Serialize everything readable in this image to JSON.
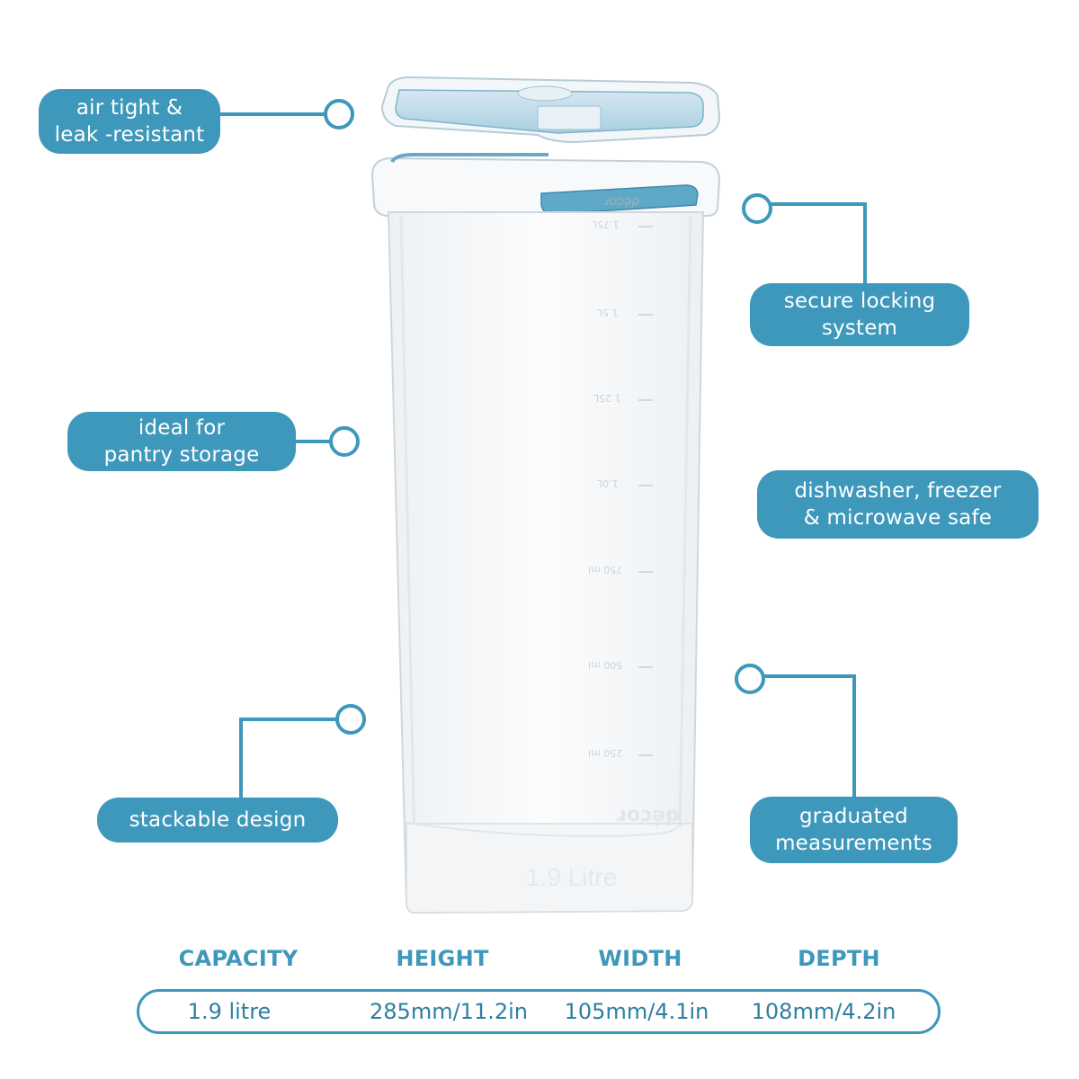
{
  "callouts": {
    "airtight": "air tight &\nleak -resistant",
    "locking": "secure locking\nsystem",
    "pantry": "ideal for\npantry storage",
    "dishwasher": "dishwasher, freezer\n& microwave safe",
    "stackable": "stackable design",
    "graduated": "graduated\nmeasurements"
  },
  "product": {
    "brand": "décor",
    "capacity_label": "1.9 Litre"
  },
  "scale": [
    "1.75L",
    "1.5L",
    "1.25L",
    "1.0L",
    "750 ml",
    "500 ml",
    "250 ml"
  ],
  "specs": {
    "headers": [
      "CAPACITY",
      "HEIGHT",
      "WIDTH",
      "DEPTH"
    ],
    "values": [
      "1.9 litre",
      "285mm/11.2in",
      "105mm/4.1in",
      "108mm/4.2in"
    ]
  },
  "colors": {
    "accent": "#3e98bb",
    "text": "#2e7fa3"
  }
}
